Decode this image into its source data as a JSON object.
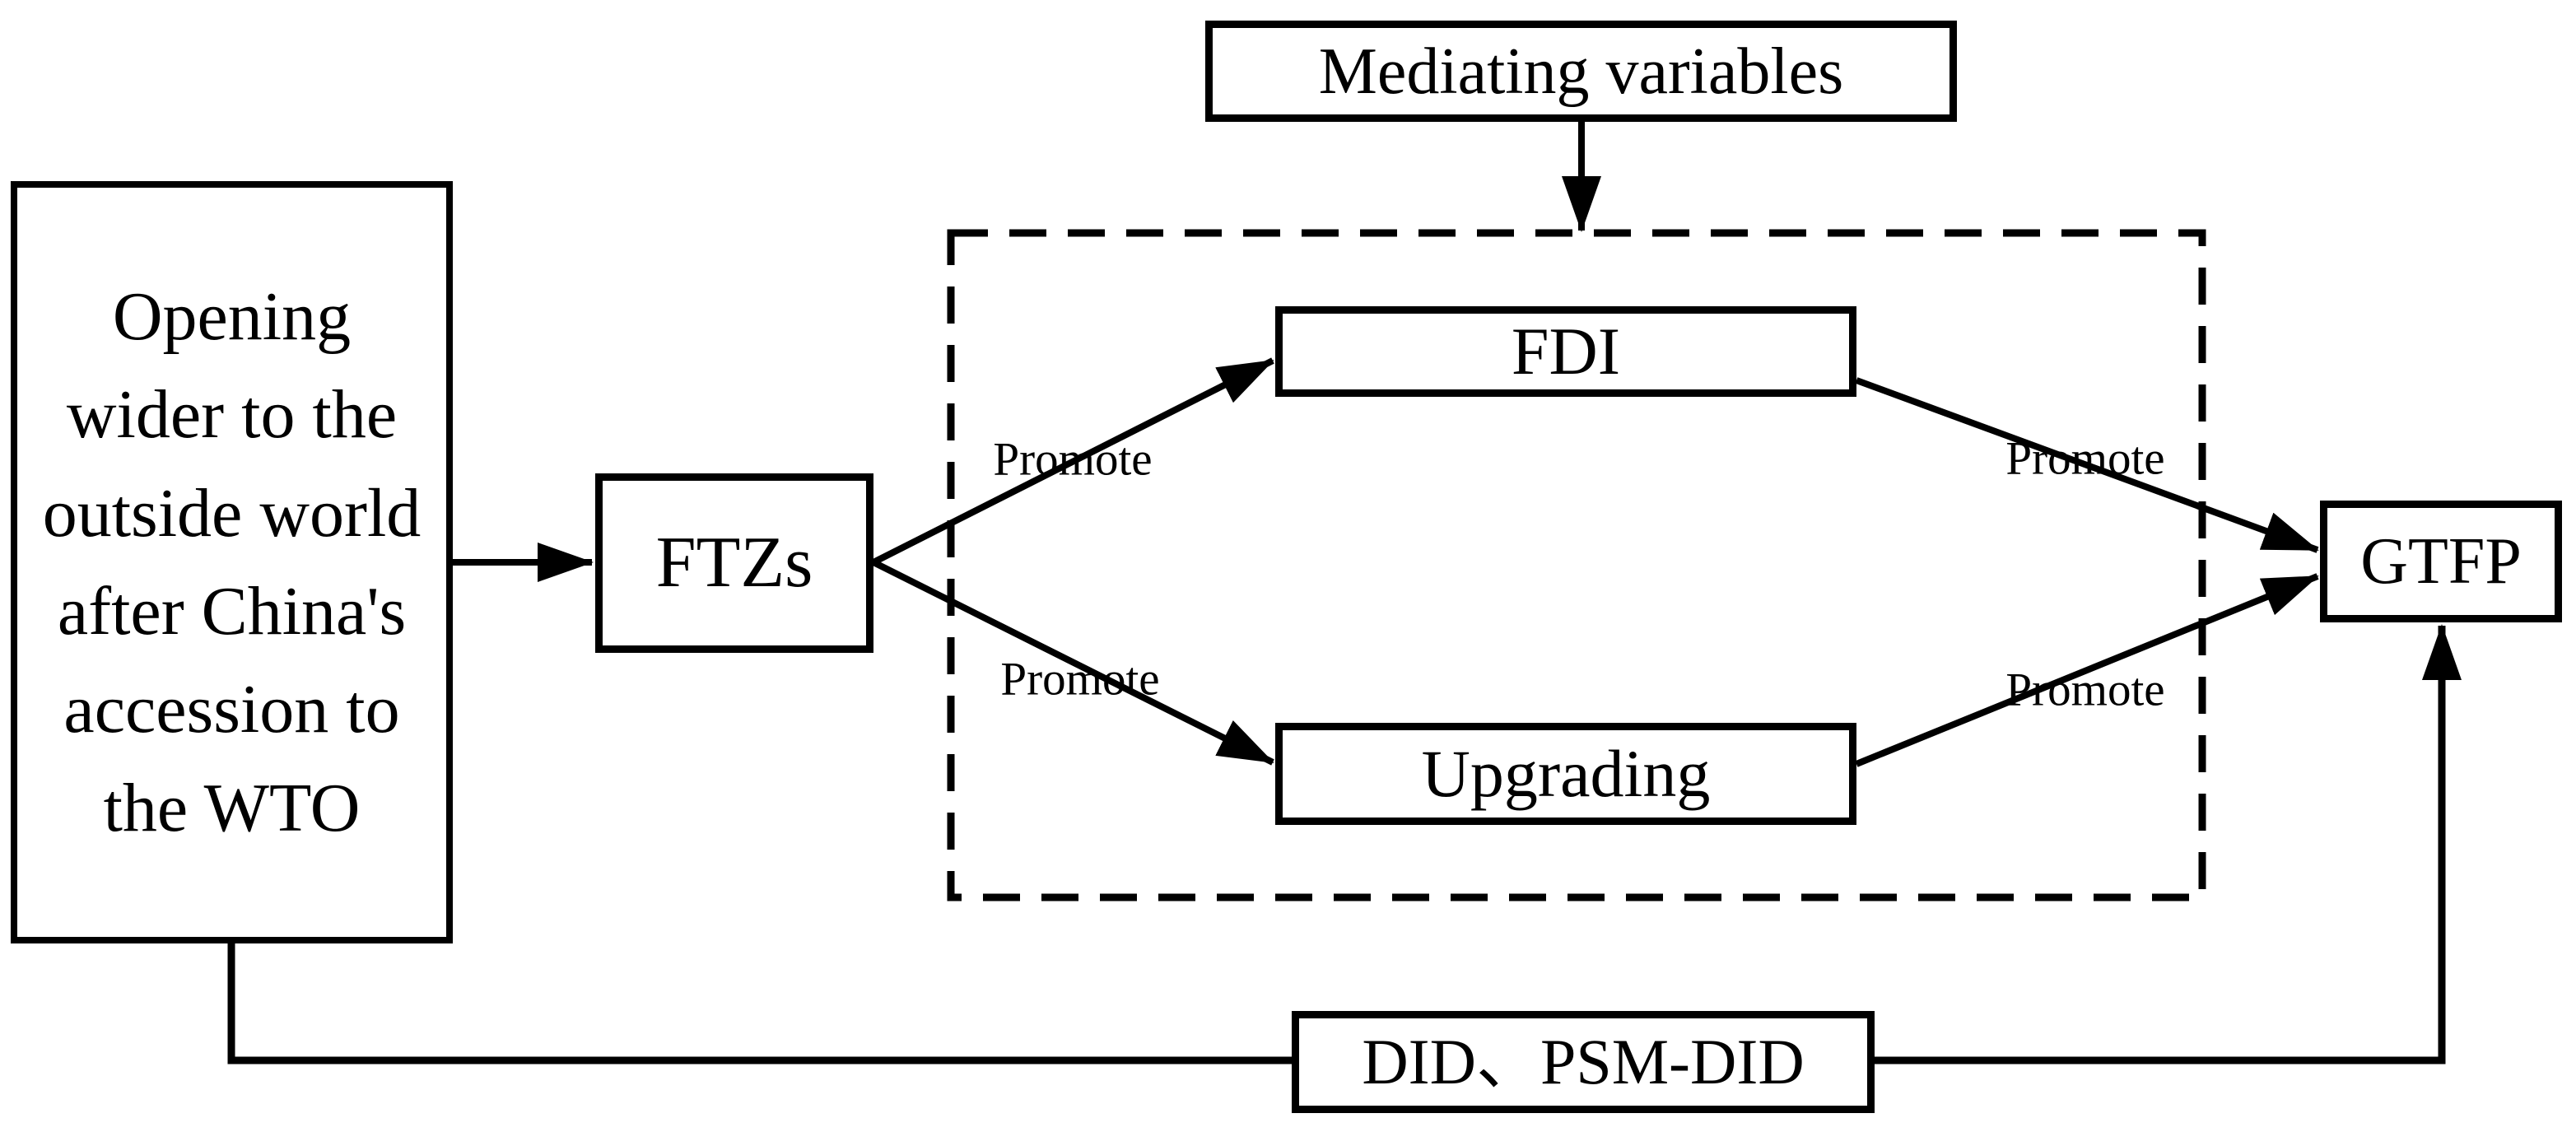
{
  "figure": {
    "background_color": "#ffffff",
    "ink_color": "#000000",
    "nodes": {
      "policy": "Opening wider to the outside world after China's accession to the WTO",
      "ftzs": "FTZs",
      "mediating": "Mediating variables",
      "fdi": "FDI",
      "upgrading": "Upgrading",
      "gtfp": "GTFP",
      "method": "DID、PSM-DID"
    },
    "edge_labels": {
      "ftzs_to_fdi": "Promote",
      "ftzs_to_upgrading": "Promote",
      "fdi_to_gtfp": "Promote",
      "upgrading_to_gtfp": "Promote"
    }
  }
}
